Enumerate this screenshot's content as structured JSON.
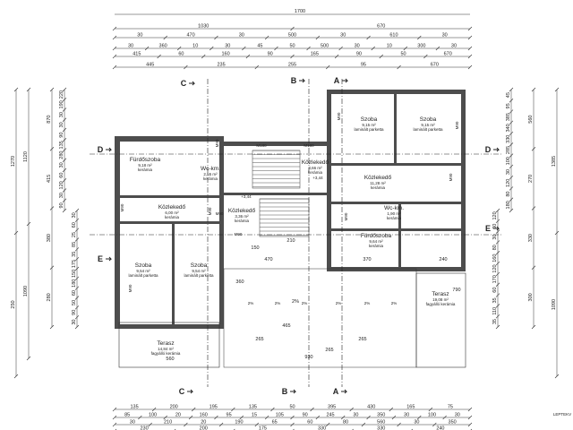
{
  "top_dims": {
    "overall": "1700",
    "row1": [
      "1030",
      "670"
    ],
    "row2": [
      "30",
      "470",
      "30",
      "500",
      "30",
      "610",
      "30"
    ],
    "row3": [
      "30",
      "360",
      "10",
      "30",
      "45",
      "50",
      "500",
      "30",
      "10",
      "300",
      "30"
    ],
    "row4": [
      "415",
      "60",
      "160",
      "90",
      "165",
      "90",
      "50",
      "670"
    ],
    "row5": [
      "445",
      "235",
      "255",
      "95",
      "670"
    ]
  },
  "bottom_dims": {
    "row1": [
      "135",
      "200",
      "195",
      "135",
      "50",
      "395",
      "430",
      "165",
      "75"
    ],
    "row2": [
      "85",
      "100",
      "20",
      "160",
      "95",
      "15",
      "105",
      "90",
      "245",
      "30",
      "350",
      "30",
      "100",
      "30"
    ],
    "row3": [
      "30",
      "210",
      "20",
      "190",
      "65",
      "60",
      "80",
      "560",
      "30",
      "350"
    ],
    "row4": [
      "230",
      "200",
      "175",
      "330",
      "330",
      "240"
    ]
  },
  "left_dims": {
    "outer": [
      "1270",
      "250"
    ],
    "mid": [
      "1120",
      "1090"
    ],
    "inner": [
      "870",
      "415",
      "380",
      "280"
    ],
    "fine": [
      "220",
      "190",
      "30",
      "30",
      "90",
      "135",
      "280",
      "30",
      "60",
      "120",
      "30",
      "90",
      "30",
      "60",
      "25",
      "85",
      "35",
      "175",
      "150",
      "180",
      "60",
      "50",
      "90",
      "30"
    ]
  },
  "right_dims": {
    "outer": [
      "1385",
      "1090"
    ],
    "mid": [
      "560",
      "270",
      "330",
      "300"
    ],
    "fine": [
      "45",
      "95",
      "385",
      "340",
      "330",
      "285",
      "100",
      "30",
      "120",
      "80",
      "180",
      "120",
      "60",
      "30",
      "80",
      "160",
      "120",
      "170",
      "60",
      "35",
      "110",
      "35"
    ]
  },
  "sections": {
    "top_left": "C",
    "top_mid": "B",
    "top_right": "A",
    "left_upper": "D",
    "left_lower": "E",
    "right_upper": "D",
    "right_lower": "E",
    "bottom_left": "C",
    "bottom_mid": "B",
    "bottom_right": "A"
  },
  "rooms": [
    {
      "name": "Fürdőszoba",
      "area": "9,18 m²",
      "finish": "kerámia"
    },
    {
      "name": "Wc-km.",
      "area": "2,55 m²",
      "finish": "kerámia"
    },
    {
      "name": "Közlekedő",
      "area": "3,66 m²",
      "finish": "kerámia"
    },
    {
      "name": "Közlekedő",
      "area": "11,28 m²",
      "finish": "kerámia"
    },
    {
      "name": "Szoba",
      "area": "9,15 m²",
      "finish": "laminált parketta"
    },
    {
      "name": "Szoba",
      "area": "9,15 m²",
      "finish": "laminált parketta"
    },
    {
      "name": "Közlekedő",
      "area": "6,00 m²",
      "finish": "kerámia"
    },
    {
      "name": "Közlekedő",
      "area": "3,36 m²",
      "finish": "kerámia"
    },
    {
      "name": "Wc-km.",
      "area": "1,90 m²",
      "finish": "kerámia"
    },
    {
      "name": "Fürdőszoba",
      "area": "9,64 m²",
      "finish": "kerámia"
    },
    {
      "name": "Szoba",
      "area": "9,54 m²",
      "finish": "laminált parketta"
    },
    {
      "name": "Szoba",
      "area": "9,54 m²",
      "finish": "laminált parketta"
    },
    {
      "name": "Terasz",
      "area": "14,84 m²",
      "finish": "fagyálló kerámia"
    },
    {
      "name": "Terasz",
      "area": "19,08 m²",
      "finish": "fagyálló kerámia"
    }
  ],
  "annotations": {
    "door_labels": [
      "M180",
      "M180",
      "M90",
      "M90",
      "M90",
      "M90",
      "M90",
      "M90",
      "M90",
      "M90",
      "M90",
      "M90"
    ],
    "levels": [
      "+3,44",
      "+3,44"
    ],
    "terrace_dims": [
      "930",
      "560",
      "465",
      "265",
      "265",
      "470",
      "370",
      "240",
      "360",
      "790",
      "210",
      "150",
      "265",
      "2%"
    ],
    "slopes": [
      "2%",
      "2%",
      "2%",
      "2%",
      "2%",
      "2%"
    ],
    "logo": "LEPTEKV"
  }
}
